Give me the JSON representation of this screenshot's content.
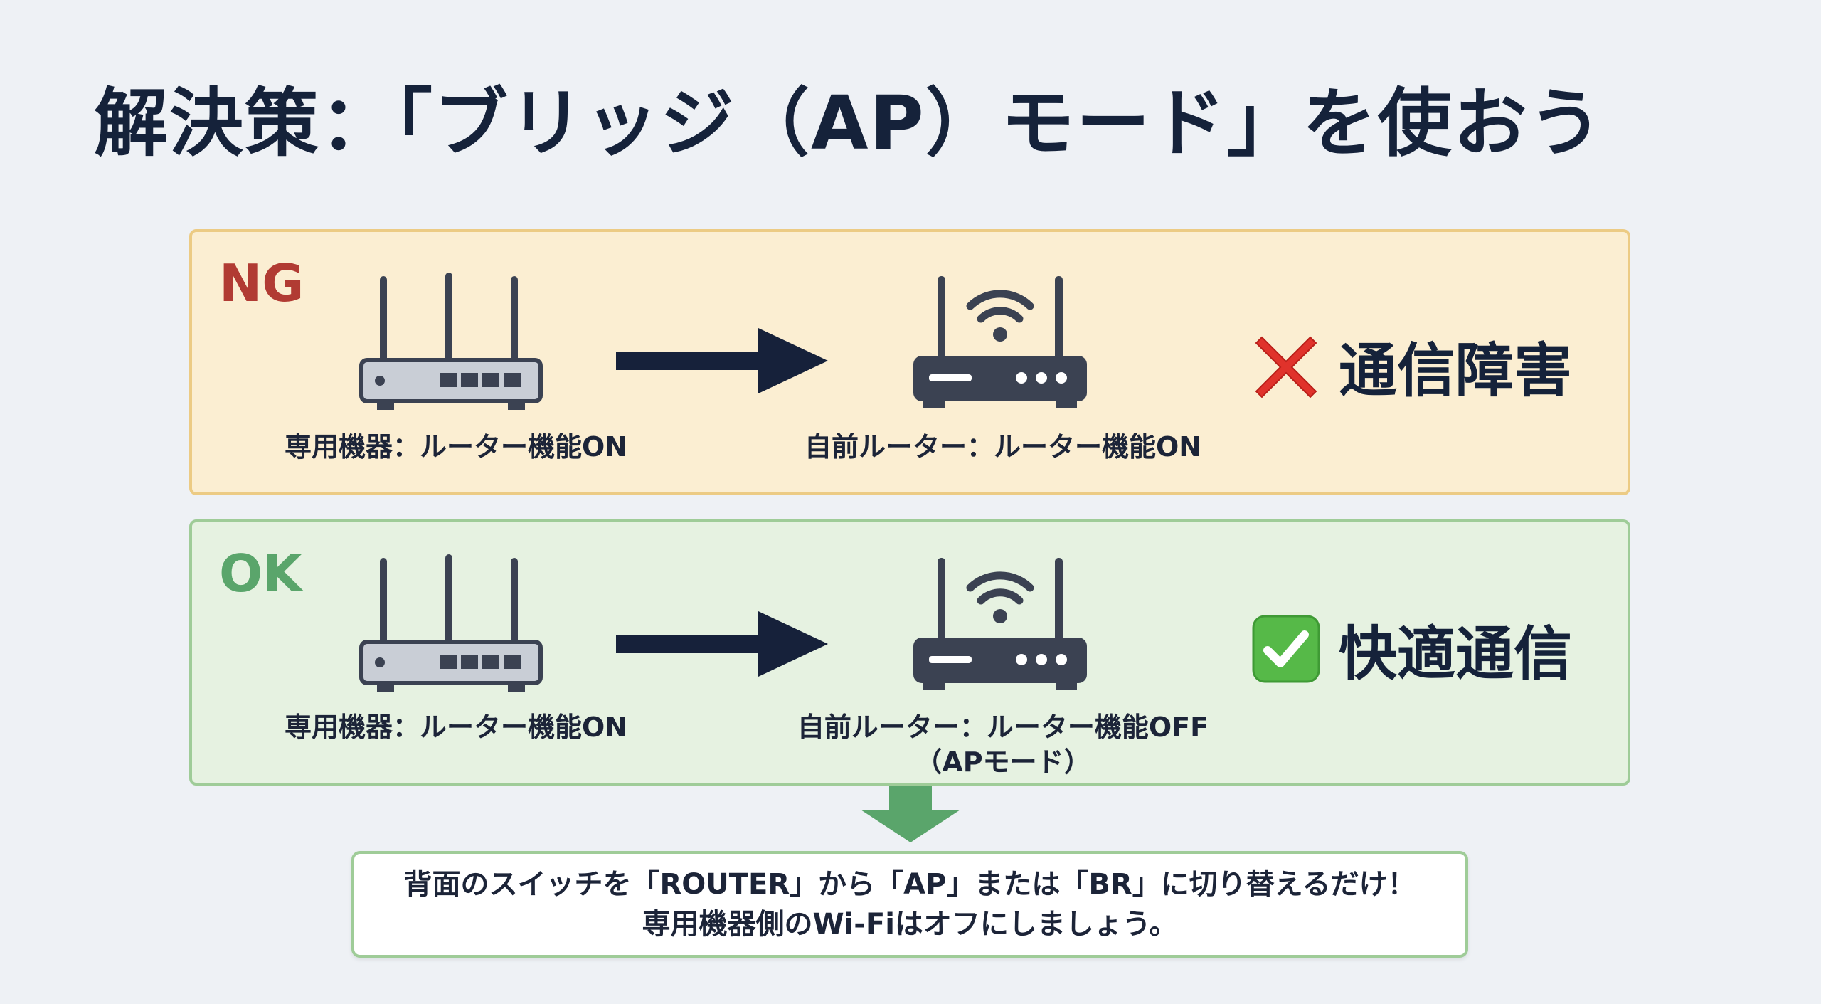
{
  "title": "解決策：「ブリッジ（AP）モード」を使おう",
  "ng": {
    "badge": "NG",
    "device1_label": "専用機器：ルーター機能ON",
    "device2_label": "自前ルーター：ルーター機能ON",
    "result": "通信障害",
    "result_icon": "cross-mark-icon",
    "color": "#b13b33"
  },
  "ok": {
    "badge": "OK",
    "device1_label": "専用機器：ルーター機能ON",
    "device2_label_line1": "自前ルーター：ルーター機能OFF",
    "device2_label_line2": "（APモード）",
    "result": "快適通信",
    "result_icon": "check-mark-icon",
    "color": "#5aa56b"
  },
  "note": {
    "line1": "背面のスイッチを「ROUTER」から「AP」または「BR」に切り替えるだけ！",
    "line2": "専用機器側のWi-Fiはオフにしましょう。"
  }
}
